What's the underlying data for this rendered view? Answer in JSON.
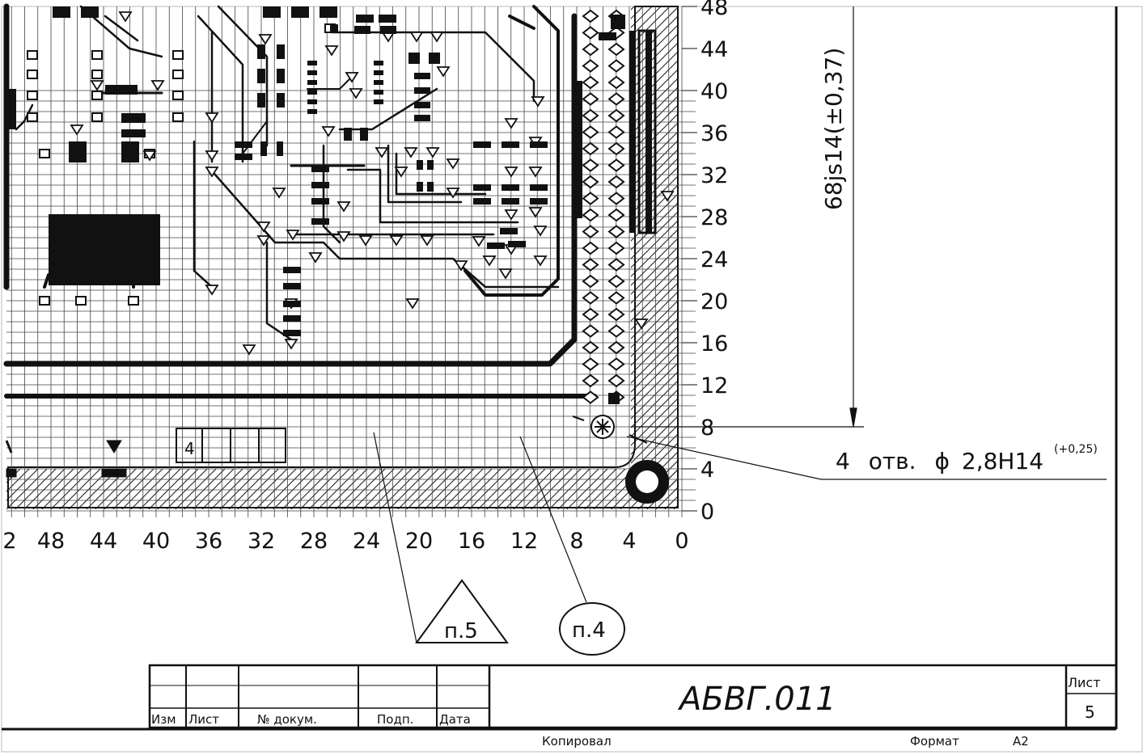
{
  "axes": {
    "y_ticks": [
      "48",
      "44",
      "40",
      "36",
      "32",
      "28",
      "24",
      "20",
      "16",
      "12",
      "8",
      "4",
      "0"
    ],
    "x_ticks": [
      "2",
      "48",
      "44",
      "40",
      "36",
      "32",
      "28",
      "24",
      "20",
      "16",
      "12",
      "8",
      "4",
      "0"
    ]
  },
  "dimension": {
    "label": "68js14(±0,37)"
  },
  "hole_callout": {
    "count": "4",
    "abbrev": "отв.",
    "symbol": "ϕ",
    "size": "2,8H14",
    "tolerance": "(+0,25)"
  },
  "notes": {
    "triangle": "п.5",
    "circle": "п.4"
  },
  "component_label": "4",
  "title_block": {
    "headers": [
      "Изм",
      "Лист",
      "№ докум.",
      "Подп.",
      "Дата"
    ],
    "designation": "АБВГ.011",
    "sheet_label": "Лист",
    "sheet_number": "5",
    "copied_label": "Копировал",
    "format_label": "Формат",
    "format_value": "А2"
  }
}
